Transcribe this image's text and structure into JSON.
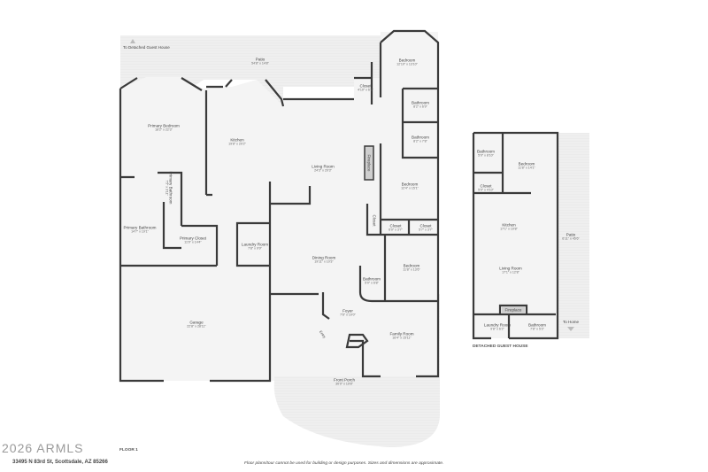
{
  "floor_label": "FLOOR 1",
  "disclaimer": "Floor plans/tour cannot be used for building or design purposes. Sizes and dimensions are approximate.",
  "watermark": "2026 ARMLS",
  "address": "33495 N 83rd St, Scottsdale, AZ 85266",
  "main_house": {
    "to_guest_house": "To Detached Guest House",
    "entry": "Entry",
    "rooms": [
      {
        "name": "Patio",
        "dims": "54'8\" x 14'8\""
      },
      {
        "name": "Bedroom",
        "dims": "12'10\" x 13'10\""
      },
      {
        "name": "Closet",
        "dims": "4'10\" x 6'2\""
      },
      {
        "name": "Bathroom",
        "dims": "8'2\" x 6'9\""
      },
      {
        "name": "Bathroom",
        "dims": "8'2\" x 7'8\""
      },
      {
        "name": "Primary Bedroom",
        "dims": "18'2\" x 22'3\""
      },
      {
        "name": "Kitchen",
        "dims": "19'8\" x 20'2\""
      },
      {
        "name": "Living Room",
        "dims": "24'3\" x 20'3\""
      },
      {
        "name": "Fireplace",
        "dims": ""
      },
      {
        "name": "Bedroom",
        "dims": "12'4\" x 15'1\""
      },
      {
        "name": "Primary Bathroom",
        "dims": "7'5\" x 3'11\""
      },
      {
        "name": "Closet",
        "dims": ""
      },
      {
        "name": "Closet",
        "dims": "6'0\" x 3'7\""
      },
      {
        "name": "Closet",
        "dims": "5'7\" x 3'7\""
      },
      {
        "name": "Primary Bathroom",
        "dims": "14'7\" x 19'1\""
      },
      {
        "name": "Primary Closet",
        "dims": "11'9\" x 14'4\""
      },
      {
        "name": "Laundry Room",
        "dims": "7'8\" x 9'9\""
      },
      {
        "name": "Dining Room",
        "dims": "19'11\" x 10'3\""
      },
      {
        "name": "Bedroom",
        "dims": "11'8\" x 13'6\""
      },
      {
        "name": "Bathroom",
        "dims": "5'0\" x 6'8\""
      },
      {
        "name": "Garage",
        "dims": "22'8\" x 28'11\""
      },
      {
        "name": "Foyer",
        "dims": "7'6\" x 10'0\""
      },
      {
        "name": "Family Room",
        "dims": "16'4\" x 15'11\""
      },
      {
        "name": "Front Porch",
        "dims": "30'0\" x 19'8\""
      }
    ]
  },
  "guest_house": {
    "title": "DETACHED GUEST HOUSE",
    "to_home": "To Home",
    "rooms": [
      {
        "name": "Bathroom",
        "dims": "5'0\" x 8'10\""
      },
      {
        "name": "Bedroom",
        "dims": "11'8\" x 14'1\""
      },
      {
        "name": "Closet",
        "dims": "5'0\" x 4'10\""
      },
      {
        "name": "Kitchen",
        "dims": "17'1\" x 10'8\""
      },
      {
        "name": "Living Room",
        "dims": "17'1\" x 12'8\""
      },
      {
        "name": "Patio",
        "dims": "6'11\" x 45'6\""
      },
      {
        "name": "Fireplace",
        "dims": ""
      },
      {
        "name": "Laundry Room",
        "dims": "9'8\" x 6'2\""
      },
      {
        "name": "Bathroom",
        "dims": "7'8\" x 5'3\""
      }
    ]
  },
  "colors": {
    "wall": "#3a3a3a",
    "floor": "#f3f3f3",
    "outdoor": "#ececec",
    "fireplace": "#cfcfcf"
  }
}
